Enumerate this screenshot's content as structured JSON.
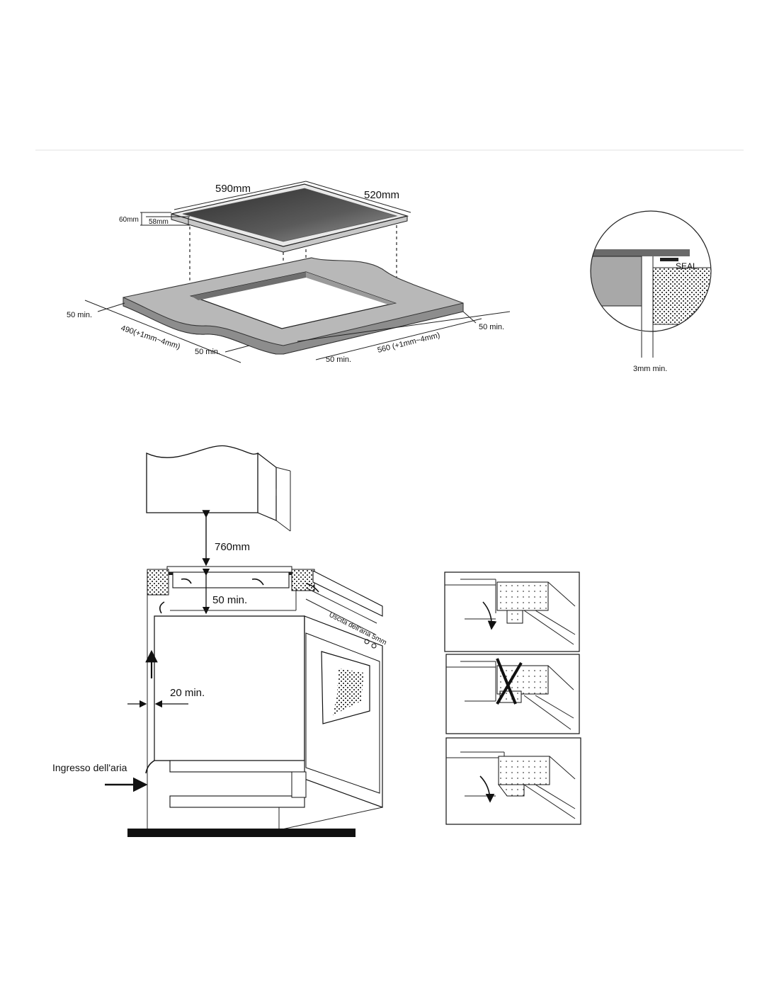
{
  "hob_dimensions": {
    "width": "590mm",
    "depth": "520mm",
    "height_total": "60mm",
    "height_body": "58mm"
  },
  "cutout_dimensions": {
    "clearance_left": "50 min.",
    "clearance_right": "50 min.",
    "clearance_front": "50 min.",
    "clearance_front_right": "50 min.",
    "depth": "490(+1mm~4mm)",
    "width": "560 (+1mm~4mm)"
  },
  "seal_detail": {
    "seal_label": "SEAL",
    "gap": "3mm min."
  },
  "installation": {
    "hood_clearance": "760mm",
    "top_gap": "50 min.",
    "side_gap": "20 min.",
    "air_inlet": "Ingresso dell'aria",
    "air_outlet": "Uscita dell'aria 5mm"
  },
  "colors": {
    "glass_dark": "#3a3a3a",
    "glass_light": "#8c8c8c",
    "worktop": "#b5b5b5",
    "worktop_edge": "#8a8a8a",
    "line": "#111111"
  }
}
